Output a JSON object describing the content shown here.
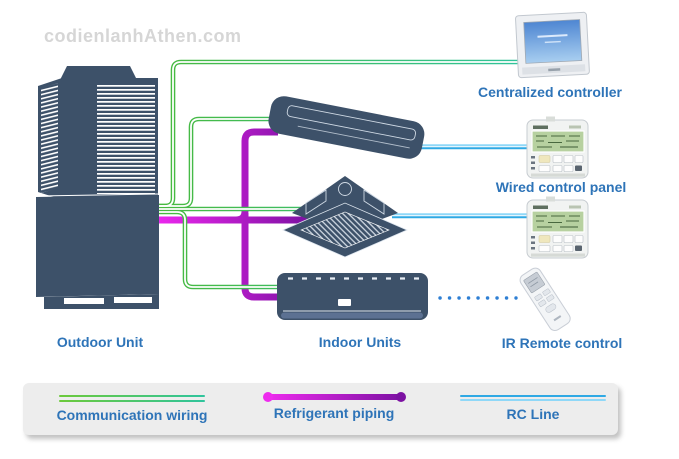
{
  "watermark": "codienlanhAthen.com",
  "devices": {
    "outdoor_unit_label": "Outdoor Unit",
    "indoor_units_label": "Indoor Units",
    "centralized_controller_label": "Centralized controller",
    "wired_control_panel_label": "Wired control panel",
    "ir_remote_label": "IR Remote control"
  },
  "legend": {
    "items": [
      {
        "id": "communication-wiring",
        "label": "Communication wiring"
      },
      {
        "id": "refrigerant-piping",
        "label": "Refrigerant piping"
      },
      {
        "id": "rc-line",
        "label": "RC Line"
      }
    ]
  },
  "colors": {
    "device_navy": "#3d5169",
    "wire_green": "#43b93f",
    "wire_teal": "#2fc49d",
    "pipe_magenta": "#ee2bee",
    "pipe_purple": "#7c11a2",
    "rc_dark": "#2fa9e4",
    "rc_light": "#8fd8f8",
    "ir_dot": "#2e7fd4",
    "label_blue": "#2e74b8",
    "watermark_gray": "#d6d6d6",
    "legend_bg": "#ededed"
  }
}
